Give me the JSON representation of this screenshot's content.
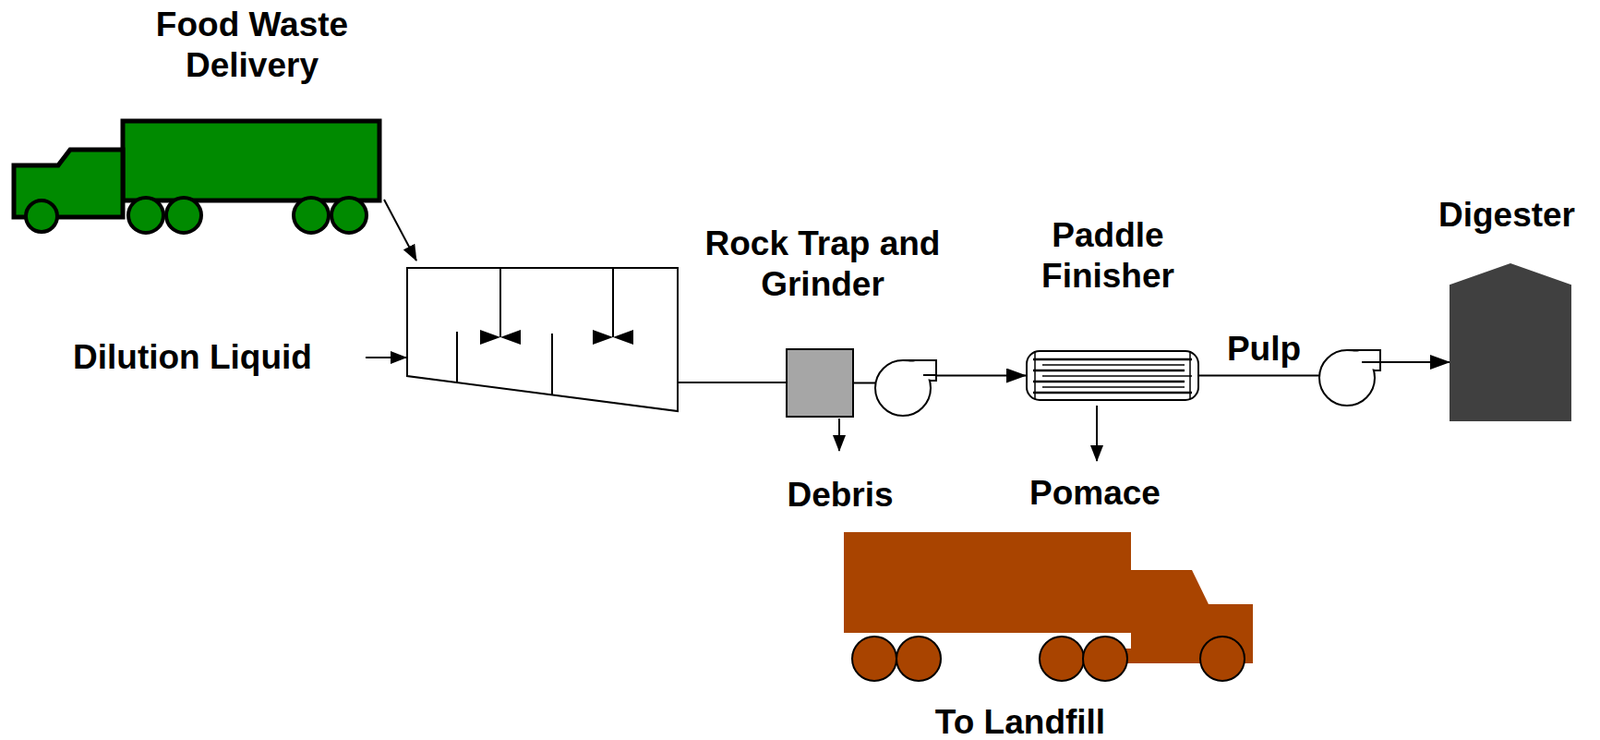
{
  "diagram": {
    "nodes": [
      {
        "text": [
          "Food Waste Delivery"
        ]
      },
      {
        "text": [
          "Rock Trap and Grinder"
        ]
      },
      {
        "text": [
          "Paddle Finisher"
        ]
      },
      {
        "text": [
          "Digester"
        ]
      },
      {
        "text": [
          "To Landfill"
        ]
      }
    ],
    "edges": [
      {
        "from": 1,
        "to": 2,
        "arrow": "to"
      },
      {
        "from": 2,
        "to": 3,
        "label": "Pulp",
        "arrow": "to"
      }
    ],
    "labels": [
      "Dilution Liquid",
      "Debris",
      "Pomace"
    ]
  }
}
